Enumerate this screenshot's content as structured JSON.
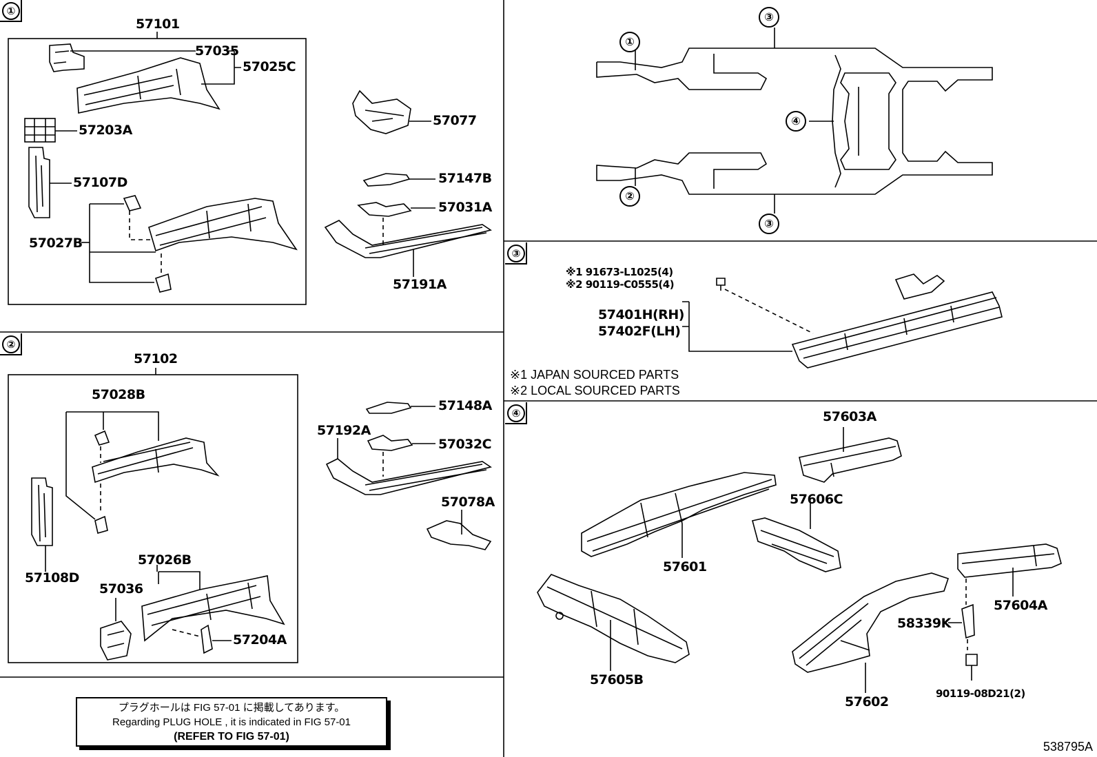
{
  "sections": {
    "s1": "①",
    "s2": "②",
    "s3": "③",
    "s4": "④"
  },
  "section1": {
    "assembly": "57101",
    "parts": {
      "p57035": "57035",
      "p57025C": "57025C",
      "p57203A": "57203A",
      "p57107D": "57107D",
      "p57027B": "57027B",
      "p57077": "57077",
      "p57147B": "57147B",
      "p57031A": "57031A",
      "p57191A": "57191A"
    }
  },
  "section2": {
    "assembly": "57102",
    "parts": {
      "p57028B": "57028B",
      "p57108D": "57108D",
      "p57026B": "57026B",
      "p57036": "57036",
      "p57204A": "57204A",
      "p57148A": "57148A",
      "p57192A": "57192A",
      "p57032C": "57032C",
      "p57078A": "57078A"
    }
  },
  "overview": {
    "c1": "①",
    "c2": "②",
    "c3a": "③",
    "c3b": "③",
    "c4": "④"
  },
  "section3": {
    "bolt1": "※1 91673-L1025(4)",
    "bolt2": "※2 90119-C0555(4)",
    "rh": "57401H(RH)",
    "lh": "57402F(LH)",
    "note1": "※1 JAPAN SOURCED PARTS",
    "note2": "※2 LOCAL SOURCED PARTS"
  },
  "section4": {
    "p57603A": "57603A",
    "p57606C": "57606C",
    "p57601": "57601",
    "p57605B": "57605B",
    "p57604A": "57604A",
    "p58339K": "58339K",
    "p57602": "57602",
    "p90119": "90119-08D21(2)"
  },
  "reference": {
    "line_jp": "プラグホールは FIG 57-01 に掲載してあります。",
    "line_en": "Regarding PLUG HOLE , it is indicated in FIG 57-01",
    "line_bold": "(REFER TO FIG 57-01)"
  },
  "figure_code": "538795A"
}
